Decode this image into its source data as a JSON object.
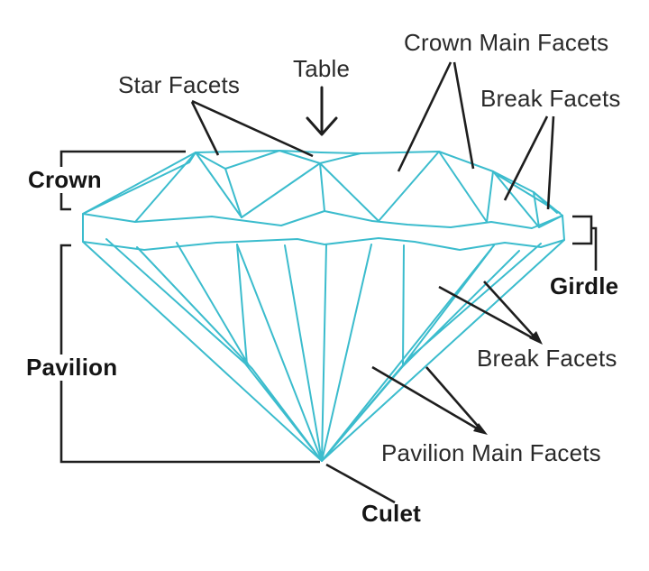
{
  "diagram": {
    "subject": "diamond-anatomy",
    "labels": {
      "star_facets": "Star Facets",
      "table": "Table",
      "crown_main_facets": "Crown Main Facets",
      "break_facets_top": "Break Facets",
      "crown": "Crown",
      "girdle": "Girdle",
      "pavilion": "Pavilion",
      "break_facets_bottom": "Break Facets",
      "pavilion_main_facets": "Pavilion Main Facets",
      "culet": "Culet"
    },
    "colors": {
      "wireframe": "#3bbccd",
      "annotation": "#1e1e1e",
      "text": "#2a2a2a",
      "background": "#ffffff"
    }
  }
}
